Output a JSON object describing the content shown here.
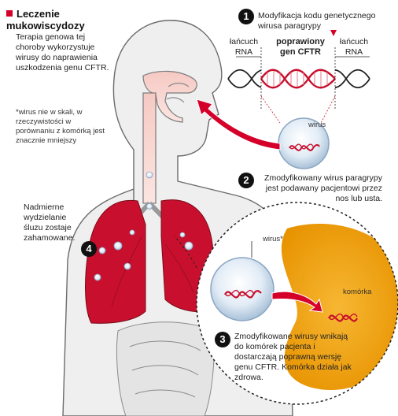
{
  "title": "Leczenie mukowiscydozy",
  "intro": "Terapia genowa tej choroby wykorzystuje wirusy do naprawienia uszkodzenia genu CFTR.",
  "scale_note": "*wirus nie w skali, w rzeczywistości w porównaniu z komórką jest znacznie mniejszy",
  "steps": [
    {
      "number": "1",
      "text": "Modyfikacja kodu genetycznego wirusa paragrypy"
    },
    {
      "number": "2",
      "text": "Zmodyfikowany wirus paragrypy jest podawany pacjentowi przez nos lub usta."
    },
    {
      "number": "3",
      "text": "Zmodyfikowane wirusy wnikają do komórek pacjenta i dostarczają poprawną wersję genu CFTR. Komórka działa jak zdrowa."
    },
    {
      "number": "4",
      "text": "Nadmierne wydzielanie śluzu zostaje zahamowane."
    }
  ],
  "labels": {
    "rna_left": "łańcuch RNA",
    "rna_right": "łańcuch RNA",
    "corrected_gene": "poprawiony gen CFTR",
    "virus": "wirus",
    "virus_star": "wirus*",
    "cell": "komórka"
  },
  "colors": {
    "accent": "#d4002a",
    "lung": "#c8102e",
    "cell": "#f2a200",
    "virus": "#cfe0f0"
  }
}
